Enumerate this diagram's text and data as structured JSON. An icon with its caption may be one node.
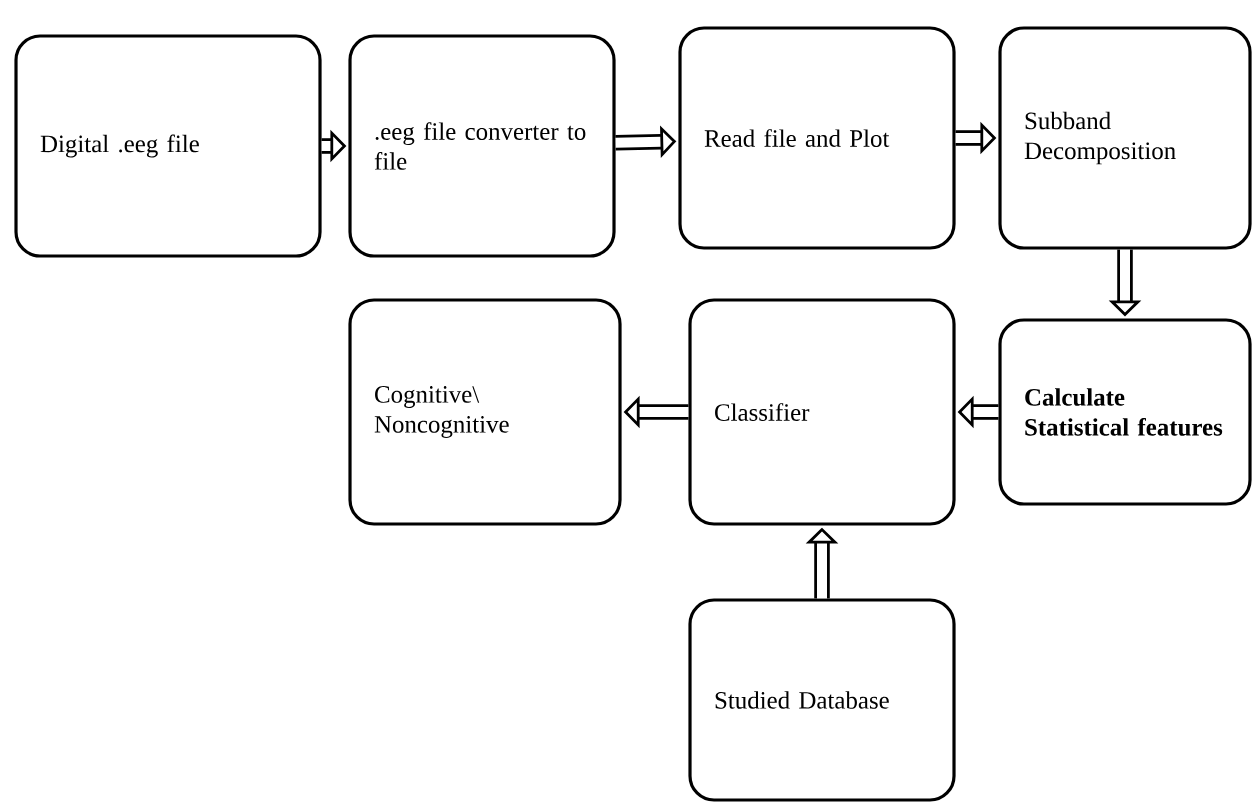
{
  "diagram": {
    "nodes": [
      {
        "text": [
          "Digital .eeg file"
        ]
      },
      {
        "text": [
          ".eeg file converter to file"
        ]
      },
      {
        "text": [
          "Read file and Plot"
        ]
      },
      {
        "text": [
          "Subband Decomposition"
        ]
      },
      {
        "text": [
          "Calculate Statistical features"
        ]
      },
      {
        "text": [
          "Classifier"
        ]
      },
      {
        "text": [
          "Cognitive\\ Noncognitive"
        ]
      },
      {
        "text": [
          "Studied Database"
        ]
      }
    ],
    "edges": [
      {
        "from": 0,
        "to": 1,
        "arrow": "to"
      },
      {
        "from": 1,
        "to": 2,
        "arrow": "to"
      },
      {
        "from": 2,
        "to": 3,
        "arrow": "to"
      },
      {
        "from": 3,
        "to": 4,
        "arrow": "to"
      },
      {
        "from": 4,
        "to": 5,
        "arrow": "to"
      },
      {
        "from": 5,
        "to": 6,
        "arrow": "to"
      },
      {
        "from": 7,
        "to": 5,
        "arrow": "to"
      }
    ]
  }
}
